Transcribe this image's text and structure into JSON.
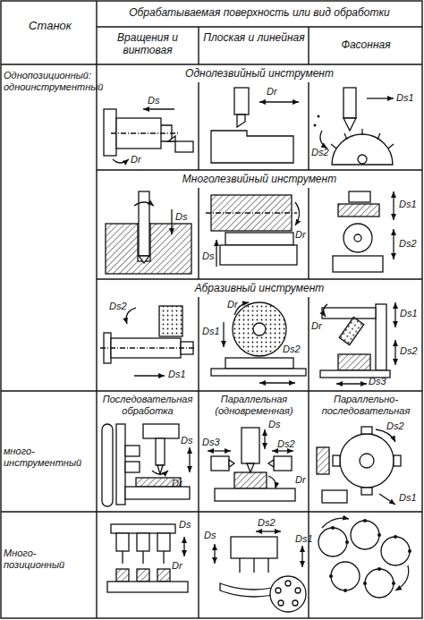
{
  "diagram": {
    "labels": [
      "Станок",
      "Обрабатываемая поверхность или вид обработки",
      "Вращения и винтовая",
      "Плоская и линейная",
      "Фасонная",
      "Однопозиционный: одноинструментный",
      "Однолезвийный инструмент",
      "Ds",
      "Dr",
      "Dr",
      "Ds1",
      "Ds2",
      "Многолезвийный инструмент",
      "Ds",
      "Dr",
      "Ds",
      "Ds1",
      "Ds2",
      "Абразивный инструмент",
      "Ds2",
      "Ds1",
      "Dr",
      "Ds1",
      "Ds2",
      "Dr",
      "Ds1",
      "Ds2",
      "Ds3",
      "Последовательная обработка",
      "Параллельная (одновременная)",
      "Параллельно- последовательная",
      "много- инструментный",
      "Ds",
      "Dr",
      "Ds",
      "Ds3",
      "Ds2",
      "Dr",
      "Ds2",
      "Ds1",
      "Много- позиционный",
      "Ds",
      "Dr",
      "Ds2",
      "Ds1",
      "Ds"
    ]
  }
}
